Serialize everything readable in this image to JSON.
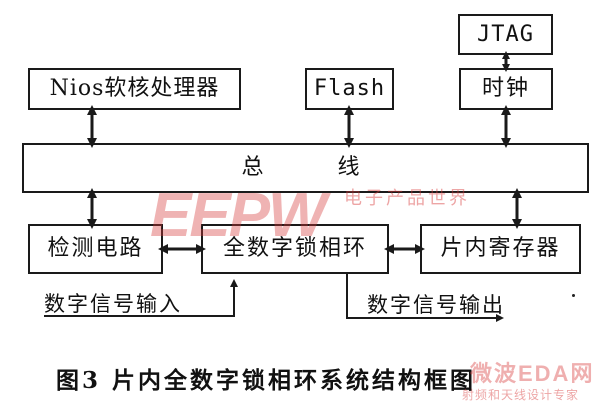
{
  "blocks": {
    "jtag": "JTAG",
    "nios": "Nios软核处理器",
    "flash": "Flash",
    "clock": "时钟",
    "bus": "总　　线",
    "detect": "检测电路",
    "adpll": "全数字锁相环",
    "registers": "片内寄存器"
  },
  "signals": {
    "input": "数字信号输入",
    "output": "数字信号输出"
  },
  "caption": "图3  片内全数字锁相环系统结构框图",
  "watermarks": {
    "main": "EEPW",
    "main_sub": "电子产品世界",
    "corner": "微波EDA网",
    "corner_sub": "射频和天线设计专家"
  },
  "colors": {
    "line": "#1a1a1a",
    "watermark": "#d63838"
  }
}
